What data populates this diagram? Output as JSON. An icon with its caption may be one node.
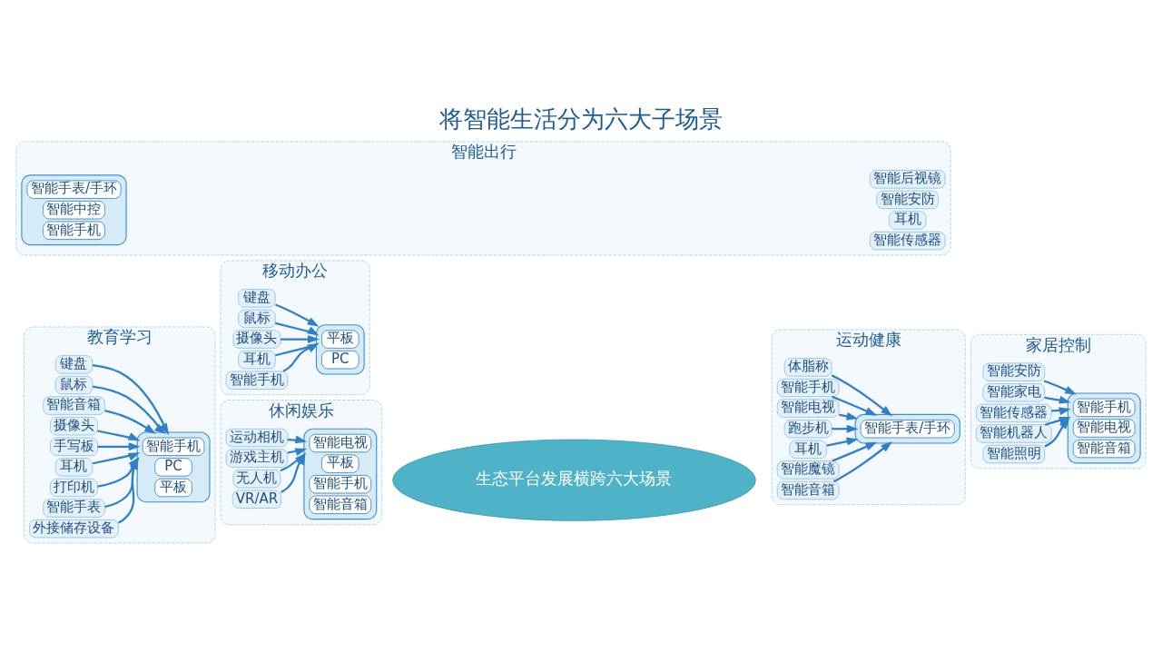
{
  "diagram": {
    "title": "将智能生活分为六大子场景",
    "nodes": [
      {
        "text": [
          "生态平台发展横跨六大场景"
        ]
      },
      {
        "text": [
          "教育学习"
        ]
      },
      {
        "text": [],
        "shape": "disc",
        "in": 1
      },
      {
        "text": [
          "智能手机"
        ],
        "in": 2
      },
      {
        "text": [
          "PC"
        ],
        "in": 2
      },
      {
        "text": [
          "平板"
        ],
        "in": 2
      },
      {
        "text": [
          "键盘"
        ],
        "in": 1
      },
      {
        "text": [
          "鼠标"
        ],
        "in": 1
      },
      {
        "text": [
          "智能音箱"
        ],
        "in": 1
      },
      {
        "text": [
          "摄像头"
        ],
        "in": 1
      },
      {
        "text": [
          "手写板"
        ],
        "in": 1
      },
      {
        "text": [
          "耳机"
        ],
        "in": 1
      },
      {
        "text": [
          "打印机"
        ],
        "in": 1
      },
      {
        "text": [
          "智能手表"
        ],
        "in": 1
      },
      {
        "text": [
          "外接储存设备"
        ],
        "in": 1
      },
      {
        "text": [
          "运动健康"
        ]
      },
      {
        "text": [],
        "shape": "disc",
        "in": 15
      },
      {
        "text": [
          "智能手表/手环"
        ],
        "in": 16
      },
      {
        "text": [
          "体脂称"
        ],
        "in": 15
      },
      {
        "text": [
          "智能手机"
        ],
        "in": 15
      },
      {
        "text": [
          "智能电视"
        ],
        "in": 15
      },
      {
        "text": [
          "跑步机"
        ],
        "in": 15
      },
      {
        "text": [
          "耳机"
        ],
        "in": 15
      },
      {
        "text": [
          "智能魔镜"
        ],
        "in": 15
      },
      {
        "text": [
          "智能音箱"
        ],
        "in": 15
      },
      {
        "text": [
          "移动办公"
        ]
      },
      {
        "text": [],
        "shape": "disc",
        "in": 25
      },
      {
        "text": [
          "平板"
        ],
        "in": 26
      },
      {
        "text": [
          "PC"
        ],
        "in": 26
      },
      {
        "text": [
          "键盘"
        ],
        "in": 25
      },
      {
        "text": [
          "鼠标"
        ],
        "in": 25
      },
      {
        "text": [
          "摄像头"
        ],
        "in": 25
      },
      {
        "text": [
          "耳机"
        ],
        "in": 25
      },
      {
        "text": [
          "智能手机"
        ],
        "in": 25
      },
      {
        "text": [
          "家居控制"
        ]
      },
      {
        "text": [],
        "shape": "disc",
        "in": 34
      },
      {
        "text": [
          "智能手机"
        ],
        "in": 35
      },
      {
        "text": [
          "智能电视"
        ],
        "in": 35
      },
      {
        "text": [
          "智能音箱"
        ],
        "in": 35
      },
      {
        "text": [
          "智能安防"
        ],
        "in": 34
      },
      {
        "text": [
          "智能家电"
        ],
        "in": 34
      },
      {
        "text": [
          "智能传感器"
        ],
        "in": 34
      },
      {
        "text": [
          "智能机器人"
        ],
        "in": 34
      },
      {
        "text": [
          "智能照明"
        ],
        "in": 34
      },
      {
        "text": [
          "休闲娱乐"
        ]
      },
      {
        "text": [],
        "shape": "disc",
        "in": 44
      },
      {
        "text": [
          "智能电视"
        ],
        "in": 45
      },
      {
        "text": [
          "平板"
        ],
        "in": 45
      },
      {
        "text": [
          "智能手机"
        ],
        "in": 45
      },
      {
        "text": [
          "智能音箱"
        ],
        "in": 45
      },
      {
        "text": [
          "运动相机"
        ],
        "in": 44
      },
      {
        "text": [
          "游戏主机"
        ],
        "in": 44
      },
      {
        "text": [
          "无人机"
        ],
        "in": 44
      },
      {
        "text": [
          "VR/AR"
        ],
        "in": 44
      },
      {
        "text": [
          "智能出行"
        ]
      },
      {
        "text": [],
        "shape": "disc",
        "in": 54
      },
      {
        "text": [
          "智能手表/手环"
        ],
        "in": 55
      },
      {
        "text": [
          "智能中控"
        ],
        "in": 55
      },
      {
        "text": [
          "智能手机"
        ],
        "in": 55
      },
      {
        "text": [
          "智能后视镜"
        ],
        "in": 54
      },
      {
        "text": [
          "智能安防"
        ],
        "in": 54
      },
      {
        "text": [
          "耳机"
        ],
        "in": 54
      },
      {
        "text": [
          "智能传感器"
        ],
        "in": 54
      }
    ],
    "edges": [
      {
        "from": 6,
        "to": 2,
        "arrow": "to"
      },
      {
        "from": 7,
        "to": 2,
        "arrow": "to"
      },
      {
        "from": 8,
        "to": 2,
        "arrow": "to"
      },
      {
        "from": 9,
        "to": 2,
        "arrow": "to"
      },
      {
        "from": 10,
        "to": 2,
        "arrow": "to"
      },
      {
        "from": 11,
        "to": 2,
        "arrow": "to"
      },
      {
        "from": 12,
        "to": 2,
        "arrow": "to"
      },
      {
        "from": 13,
        "to": 2,
        "arrow": "to"
      },
      {
        "from": 14,
        "to": 2,
        "arrow": "to"
      },
      {
        "from": 18,
        "to": 16,
        "arrow": "to"
      },
      {
        "from": 19,
        "to": 16,
        "arrow": "to"
      },
      {
        "from": 20,
        "to": 16,
        "arrow": "to"
      },
      {
        "from": 21,
        "to": 16,
        "arrow": "to"
      },
      {
        "from": 22,
        "to": 16,
        "arrow": "to"
      },
      {
        "from": 23,
        "to": 16,
        "arrow": "to"
      },
      {
        "from": 24,
        "to": 16,
        "arrow": "to"
      },
      {
        "from": 29,
        "to": 26,
        "arrow": "to"
      },
      {
        "from": 30,
        "to": 26,
        "arrow": "to"
      },
      {
        "from": 31,
        "to": 26,
        "arrow": "to"
      },
      {
        "from": 32,
        "to": 26,
        "arrow": "to"
      },
      {
        "from": 33,
        "to": 26,
        "arrow": "to"
      },
      {
        "from": 39,
        "to": 35,
        "arrow": "to"
      },
      {
        "from": 40,
        "to": 35,
        "arrow": "to"
      },
      {
        "from": 41,
        "to": 35,
        "arrow": "to"
      },
      {
        "from": 42,
        "to": 35,
        "arrow": "to"
      },
      {
        "from": 43,
        "to": 35,
        "arrow": "to"
      },
      {
        "from": 50,
        "to": 45,
        "arrow": "to"
      },
      {
        "from": 51,
        "to": 45,
        "arrow": "to"
      },
      {
        "from": 52,
        "to": 45,
        "arrow": "to"
      },
      {
        "from": 53,
        "to": 45,
        "arrow": "to"
      }
    ]
  }
}
